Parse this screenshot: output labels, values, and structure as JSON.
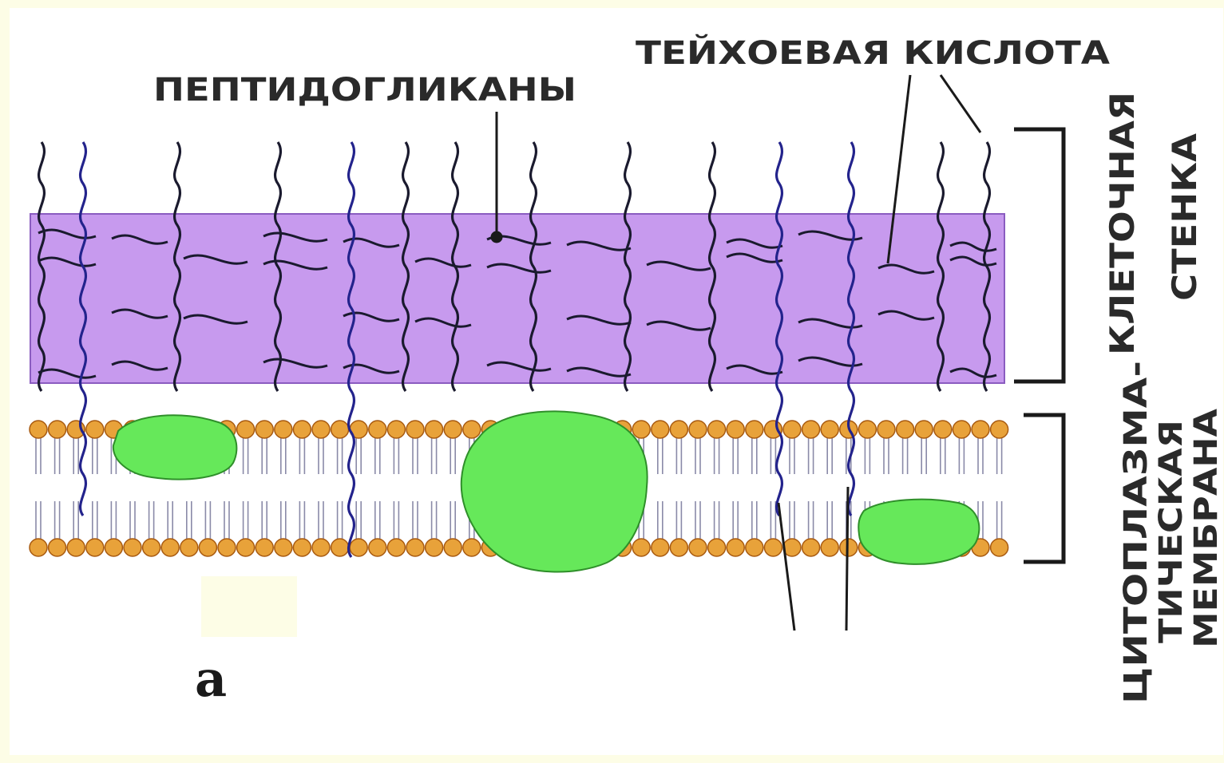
{
  "labels": {
    "peptidoglycans": "ПЕПТИДОГЛИКАНЫ",
    "teichoic_acid": "ТЕЙХОЕВАЯ КИСЛОТА",
    "cell_wall_line1": "КЛЕТОЧНАЯ",
    "cell_wall_line2": "СТЕНКА",
    "membrane_line1": "ЦИТОПЛАЗМА-",
    "membrane_line2": "ТИЧЕСКАЯ",
    "membrane_line3": "МЕМБРАНА",
    "panel_letter": "а"
  },
  "colors": {
    "background": "#fdfde6",
    "peptidoglycan_layer": "#c79aee",
    "protein": "#66e85a",
    "lipid_head": "#e8a23a",
    "chain_dark": "#1a1a2e",
    "chain_blue": "#23238c"
  }
}
